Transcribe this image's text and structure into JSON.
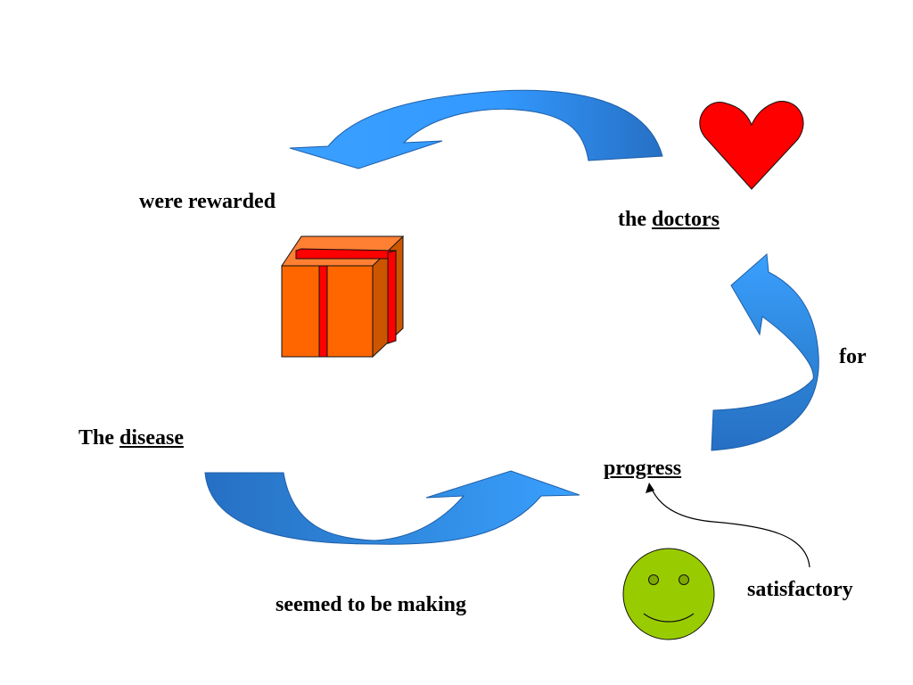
{
  "labels": {
    "were_rewarded": "were rewarded",
    "the_doctors_prefix": "the",
    "the_doctors_word": "doctors",
    "for": "for",
    "the_disease_prefix": "The",
    "the_disease_word": "disease",
    "progress": "progress",
    "seemed_to_be_making": "seemed to be making",
    "satisfactory": "satisfactory"
  },
  "icons": {
    "heart": "heart-icon",
    "gift": "gift-box-icon",
    "smiley": "smiley-face-icon"
  },
  "colors": {
    "arrow_light": "#3399FF",
    "arrow_dark": "#2A7BD0",
    "heart": "#FF0000",
    "gift_front": "#FF6600",
    "gift_top": "#FF8033",
    "gift_side": "#CC5500",
    "ribbon": "#FF0000",
    "smiley": "#99CC00"
  }
}
